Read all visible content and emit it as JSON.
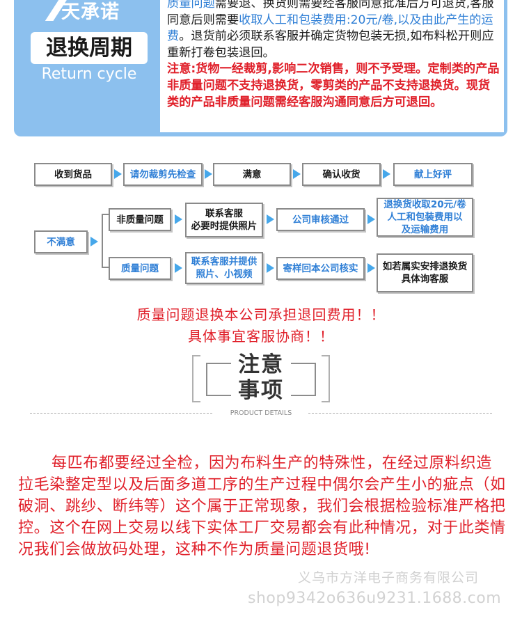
{
  "banner": {
    "numeral": "7",
    "promise": "天承诺",
    "title": "退换周期",
    "subtitle": "Return cycle",
    "policy": {
      "p1_blue": "质量问题",
      "p1_rest": "需要退、换货则需要经客服同意批准后方可退货,客服同意后则需要",
      "p2_blue": "收取人工和包装费用:20元/卷,以及由此产生的运费",
      "p2_rest": "。退货前必须联系客服并确定货物包装无损,如布料松开则应重新打卷包装退回。",
      "p3_red": "注意:货物一经裁剪,影响二次销售，则不予受理。定制类的产品非质量问题不支持退换货，零剪类的产品不支持退换货。现货类的产品非质量问题需经客服沟通同意后方可退回。"
    }
  },
  "flow": {
    "row1": [
      "收到货品",
      "请勿裁剪先检查",
      "满意",
      "确认收货",
      "献上好评"
    ],
    "unsatisfied": "不满意",
    "non_quality": {
      "label": "非质量问题",
      "step1": "联系客服\n必要时提供照片",
      "step2": "公司审核通过",
      "step3": "退换货收取20元/卷\n人工和包装费用以\n及运输费用"
    },
    "quality": {
      "label": "质量问题",
      "step1": "联系客服并提供\n照片、小视频",
      "step2": "寄样回本公司核实",
      "step3": "如若属实安排退换货\n具体询客服"
    }
  },
  "notes": {
    "line1": "质量问题退换本公司承担退回费用！！",
    "line2": "具体事宜客服协商！！"
  },
  "notice": {
    "title_line1": "注意",
    "title_line2": "事项",
    "label": "PRODUCT DETAILS"
  },
  "paragraph": "每匹布都要经过全检，因为布料生产的特殊性，在经过原料织造拉毛染整定型以及后面多道工序的生产过程中偶尔会产生小的疵点（如破洞、跳纱、断纬等）这个属于正常现象，我们会根据检验标准严格把控。这个在网上交易以线下实体工厂交易都会有此种情况，对于此类情况我们会做放码处理，这种不作为质量问题退货哦!",
  "watermark": {
    "company": "义乌市方洋电子商务有限公司",
    "shop": "shop9342o636u9231.1688.com"
  },
  "colors": {
    "banner_blue": "#8cc0ee",
    "accent_blue": "#2f7fd6",
    "arrow_blue": "#46a7ea",
    "red": "#e0202a"
  }
}
